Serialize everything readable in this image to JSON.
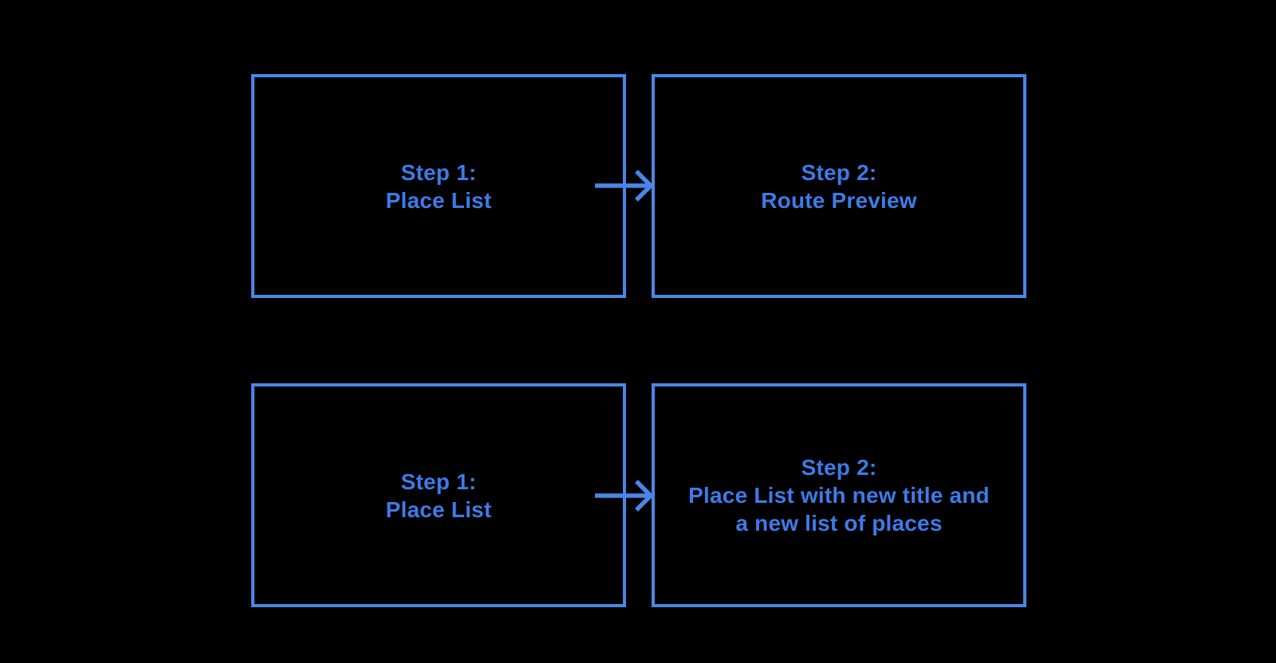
{
  "theme": {
    "background": "#000000",
    "box_border_color": "#4a86e8",
    "arrow_color": "#4a86e8",
    "text_color": "#3d7be8"
  },
  "flows": [
    {
      "from": {
        "lines": [
          "Step 1:",
          "Place List"
        ]
      },
      "to": {
        "lines": [
          "Step 2:",
          "Route Preview"
        ]
      }
    },
    {
      "from": {
        "lines": [
          "Step 1:",
          "Place List"
        ]
      },
      "to": {
        "lines": [
          "Step 2:",
          "Place List with new title and",
          "a new list of places"
        ]
      }
    }
  ],
  "icons": {
    "arrow": "right-arrow"
  }
}
